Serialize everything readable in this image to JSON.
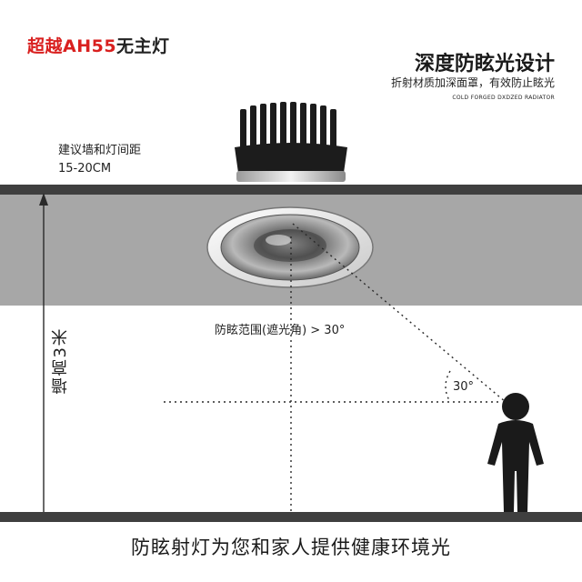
{
  "header": {
    "brand_red": "超越AH55",
    "brand_dark": "无主灯",
    "main_title": "深度防眩光设计",
    "sub_title": "折射材质加深面罩，有效防止眩光",
    "en_caption": "COLD FORGED DXDZED RADIATOR"
  },
  "diagram": {
    "spacing_label": "建议墙和灯间距",
    "spacing_value": "15-20CM",
    "height_label": "墙高3米",
    "anti_glare_label": "防眩范围(遮光角) > 30°",
    "angle_label": "30°"
  },
  "footer": {
    "text": "防眩射灯为您和家人提供健康环境光"
  },
  "icons": [
    "downlight-heatsink-icon",
    "downlight-reflector-icon",
    "person-icon",
    "arrow-up-icon"
  ]
}
